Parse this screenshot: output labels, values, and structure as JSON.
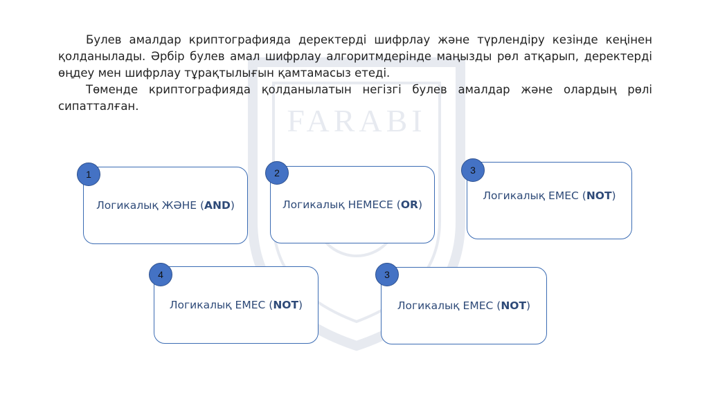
{
  "intro": {
    "paragraph1": "Булев амалдар криптографияда деректерді шифрлау және түрлендіру кезінде кеңінен қолданылады. Әрбір булев амал шифрлау алгоритмдерінде маңызды рөл атқарып, деректерді өңдеу мен шифрлау тұрақтылығын қамтамасыз етеді.",
    "paragraph2": "Төменде криптографияда қолданылатын негізгі булев амалдар және олардың рөлі сипатталған."
  },
  "cards": [
    {
      "number": "1",
      "label_prefix": "Логикалық ЖӘНЕ (",
      "label_keyword": "AND",
      "label_suffix": ")"
    },
    {
      "number": "2",
      "label_prefix": "Логикалық НЕМЕСЕ (",
      "label_keyword": "OR",
      "label_suffix": ")"
    },
    {
      "number": "3",
      "label_prefix": "Логикалық ЕМЕС (",
      "label_keyword": "NOT",
      "label_suffix": ")"
    },
    {
      "number": "4",
      "label_prefix": "Логикалық ЕМЕС (",
      "label_keyword": "NOT",
      "label_suffix": ")"
    },
    {
      "number": "3",
      "label_prefix": "Логикалық ЕМЕС (",
      "label_keyword": "NOT",
      "label_suffix": ")"
    }
  ],
  "watermark": {
    "icon": "university-crest-icon",
    "text": "FARABI"
  },
  "colors": {
    "card_border": "#3a6bb3",
    "badge_fill": "#4472c4",
    "card_text": "#2e4a78"
  }
}
